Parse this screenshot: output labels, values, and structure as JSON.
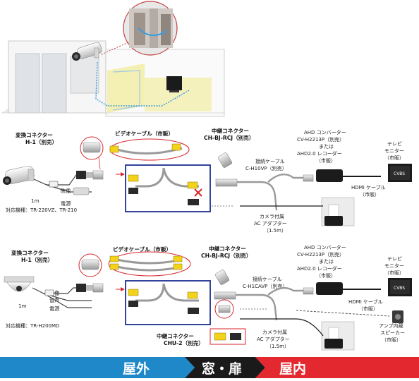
{
  "section1": {
    "converter_title": "変換コネクター",
    "converter_model": "H-1（別売）",
    "video_cable": "ビデオケーブル（市販）",
    "relay_title": "中継コネクター",
    "relay_model": "CH-BJ-RCJ（別売）",
    "connect_cable": "接続ケーブル",
    "connect_model": "C-H10VP（別売）",
    "ahd_title": "AHD コンバーター",
    "ahd_model": "CV-H2213P（別売）",
    "ahd_or": "または",
    "ahd_recorder": "AHD2.0 レコーダー",
    "ahd_market": "（市販）",
    "tv_title": "テレビ",
    "tv_monitor": "モニター",
    "tv_market": "（市販）",
    "cvbs": "CVBS",
    "hdmi_cable": "HDMI ケーブル",
    "hdmi_market": "（市販）",
    "video_label": "映像",
    "power_label": "電源",
    "length_1m": "1m",
    "length_1m_box": "1m",
    "adapter_title": "カメラ付属",
    "adapter_model": "AC アダプター",
    "adapter_length": "（1.5m）",
    "compat_models": "対応機種：TR-220VZ、TR-210"
  },
  "section2": {
    "converter_title": "変換コネクター",
    "converter_model": "H-1（別売）",
    "video_cable": "ビデオケーブル（市販）",
    "relay_title": "中継コネクター",
    "relay_model": "CH-BJ-RCJ（別売）",
    "connect_cable": "接続ケーブル",
    "connect_model": "C-H1CAVP（別売）",
    "ahd_title": "AHD コンバーター",
    "ahd_model": "CV-H2213P（別売）",
    "ahd_or": "または",
    "ahd_recorder": "AHD2.0 レコーダー",
    "ahd_market": "（市販）",
    "tv_title": "テレビ",
    "tv_monitor": "モニター",
    "tv_market": "（市販）",
    "cvbs": "CVBS",
    "hdmi_cable": "HDMI ケーブル",
    "hdmi_market": "（市販）",
    "amp_title": "アンプ内蔵",
    "amp_speaker": "スピーカー",
    "amp_market": "（市販）",
    "video_label": "映像",
    "audio_label": "音声",
    "power_label": "電源",
    "length_1m": "1m",
    "length_1m_box": "1m",
    "relay2_title": "中継コネクター",
    "relay2_model": "CHU-2（別売）",
    "adapter_title": "カメラ付属",
    "adapter_model": "AC アダプター",
    "adapter_length": "（1.5m）",
    "compat_models": "対応機種：TR-H200MD"
  },
  "banner": {
    "outdoor": "屋外",
    "window_door": "窓・扉",
    "indoor": "屋内"
  },
  "colors": {
    "banner_outdoor": "#1e88c9",
    "banner_mid": "#1a1a1a",
    "banner_indoor": "#e4282f",
    "box_border": "#1c2f8f",
    "yellow_plug": "#f3d21c",
    "red_plug": "#d8262d",
    "blue_path": "#3a9de0"
  }
}
